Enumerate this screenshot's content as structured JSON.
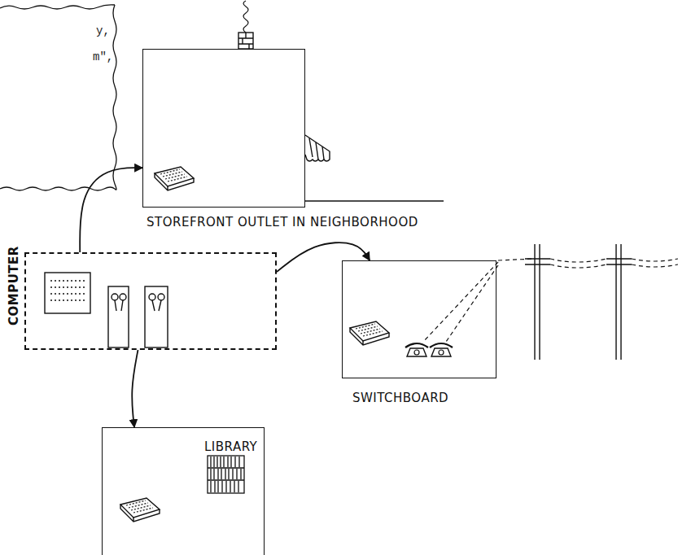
{
  "diagram": {
    "nodes": [
      {
        "text": [
          "STOREFRONT OUTLET IN NEIGHBORHOOD"
        ]
      },
      {
        "text": [
          "COMPUTER"
        ]
      },
      {
        "text": [
          "SWITCHBOARD"
        ]
      },
      {
        "text": [
          "LIBRARY"
        ]
      }
    ],
    "edges": [
      {
        "from": 1,
        "to": 0,
        "arrow": "to"
      },
      {
        "from": 1,
        "to": 2,
        "arrow": "to"
      },
      {
        "from": 1,
        "to": 3,
        "arrow": "to"
      }
    ],
    "labels": [
      "y,",
      "m\","
    ]
  }
}
